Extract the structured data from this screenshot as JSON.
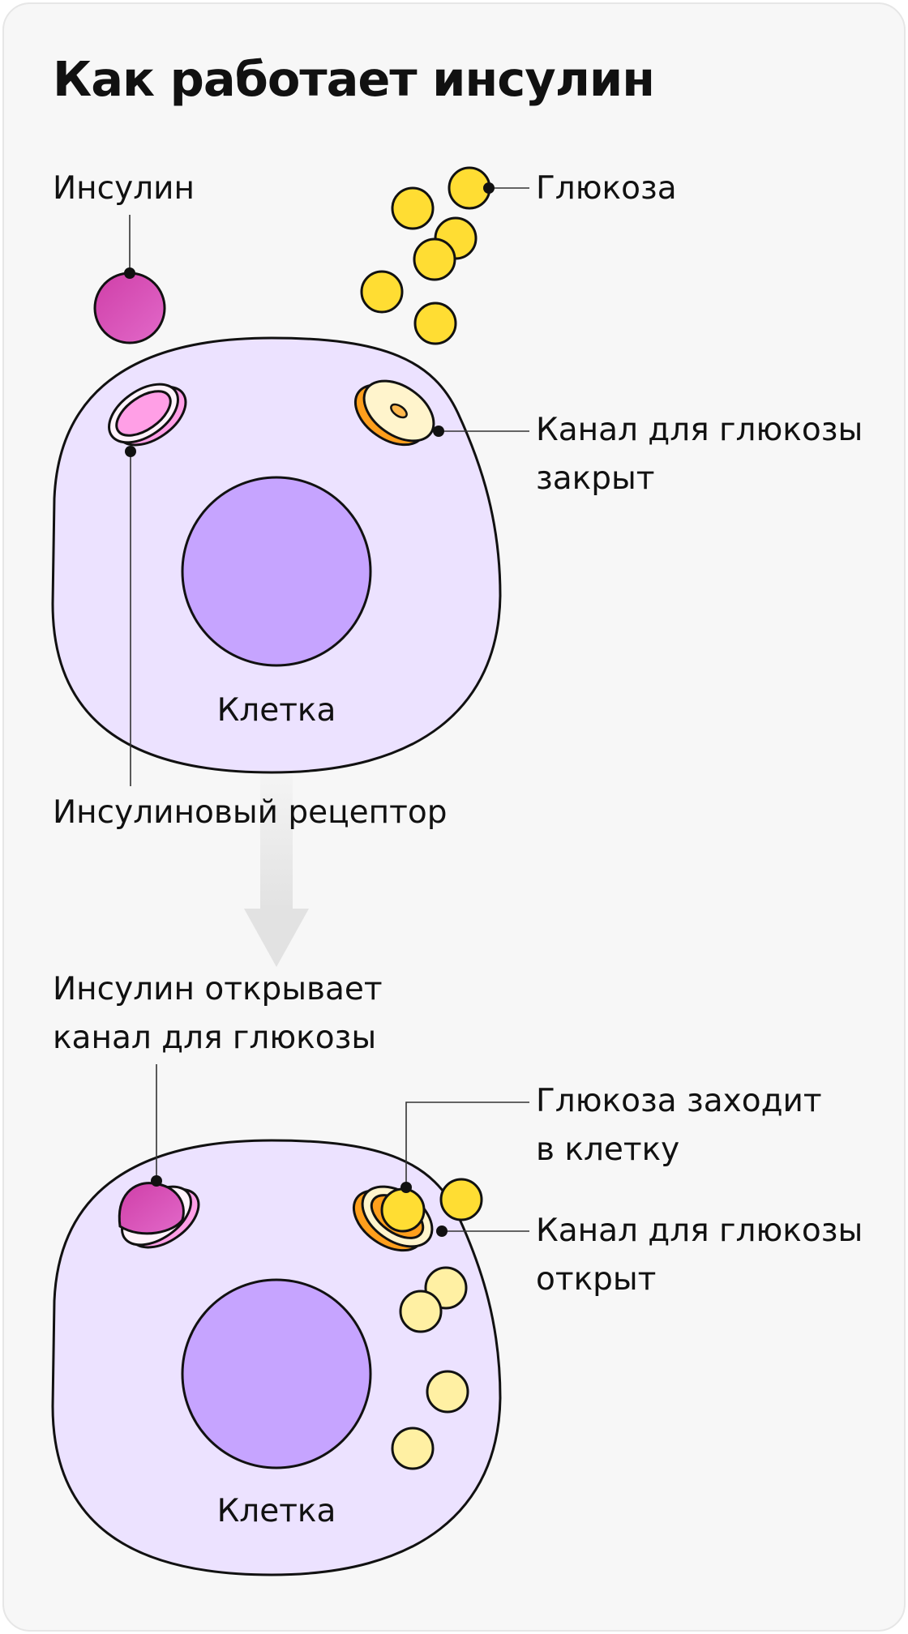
{
  "title": "Как работает инсулин",
  "labels": {
    "insulin": "Инсулин",
    "glucose": "Глюкоза",
    "channel_closed_line1": "Канал для глюкозы",
    "channel_closed_line2": "закрыт",
    "cell_top": "Клетка",
    "insulin_receptor": "Инсулиновый рецептор",
    "insulin_opens_line1": "Инсулин открывает",
    "insulin_opens_line2": "канал для глюкозы",
    "glucose_enters_line1": "Глюкоза заходит",
    "glucose_enters_line2": "в клетку",
    "channel_open_line1": "Канал для глюкозы",
    "channel_open_line2": "открыт",
    "cell_bottom": "Клетка"
  },
  "colors": {
    "cell_fill": "#ece2ff",
    "nucleus_fill": "#c6a4ff",
    "insulin": "#d64fb4",
    "receptor": "#ff9fe6",
    "glucose": "#ffdd33",
    "glucose_inside": "#fff0a3",
    "channel_orange": "#ff9f1c",
    "channel_cream": "#fff4cc",
    "arrow": "#e4e4e4"
  }
}
